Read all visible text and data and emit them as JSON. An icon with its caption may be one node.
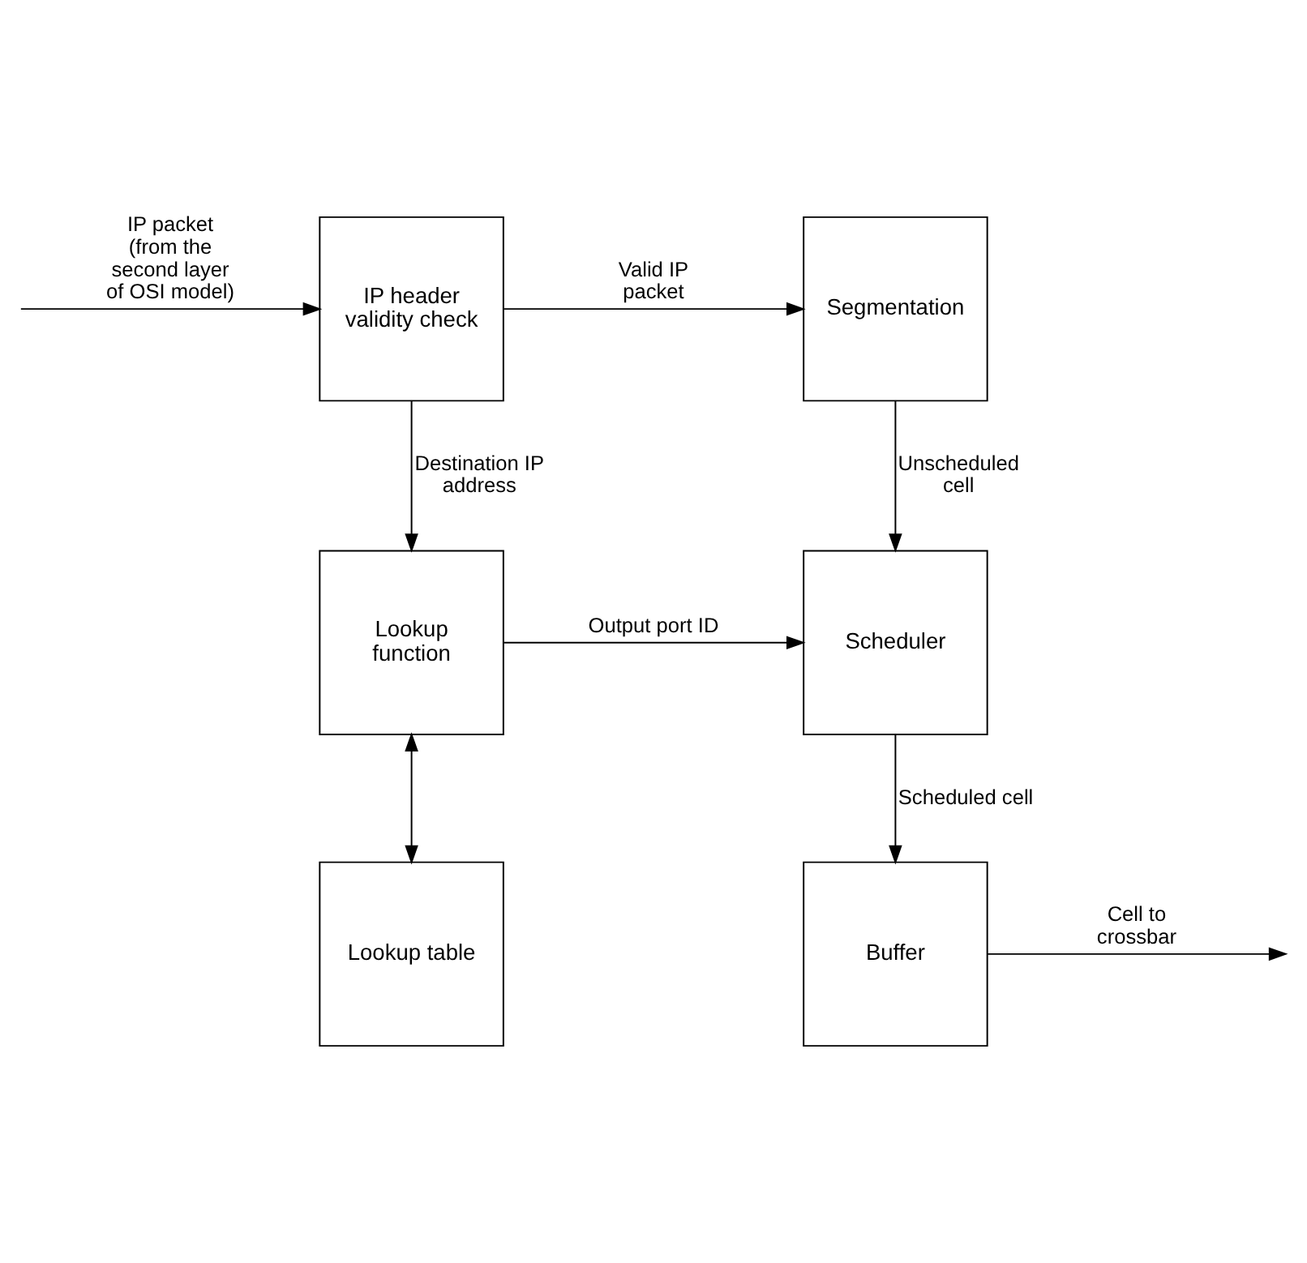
{
  "diagram": {
    "nodes": [
      {
        "text": [
          "IP header validity check"
        ]
      },
      {
        "text": [
          "Segmentation"
        ]
      },
      {
        "text": [
          "Lookup function"
        ]
      },
      {
        "text": [
          "Scheduler"
        ]
      },
      {
        "text": [
          "Lookup table"
        ]
      },
      {
        "text": [
          "Buffer"
        ]
      }
    ],
    "edges": [
      {
        "from": null,
        "to": 0,
        "arrow": "to",
        "label": "IP packet (from the second layer of OSI model)"
      },
      {
        "from": 0,
        "to": 1,
        "arrow": "to",
        "label": "Valid IP packet"
      },
      {
        "from": 0,
        "to": 2,
        "arrow": "to",
        "label": "Destination IP address"
      },
      {
        "from": 1,
        "to": 3,
        "arrow": "to",
        "label": "Unscheduled cell"
      },
      {
        "from": 2,
        "to": 3,
        "arrow": "to",
        "label": "Output port ID"
      },
      {
        "from": 2,
        "to": 4,
        "arrow": "both"
      },
      {
        "from": 3,
        "to": 5,
        "arrow": "to",
        "label": "Scheduled cell"
      },
      {
        "from": 5,
        "to": null,
        "arrow": "to",
        "label": "Cell to crossbar"
      }
    ]
  }
}
